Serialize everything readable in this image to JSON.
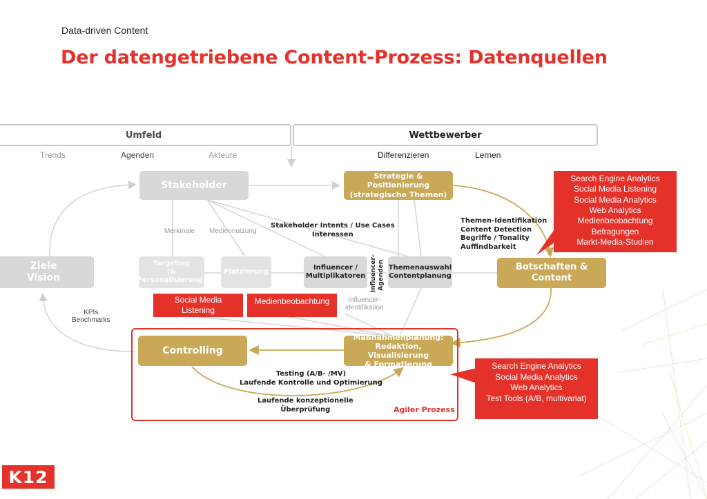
{
  "slide": {
    "subtitle": "Data-driven Content",
    "title": "Der datengetriebene Content-Prozess: Datenquellen"
  },
  "header": {
    "umfeld": "Umfeld",
    "wettbewerber": "Wettbewerber",
    "umfeld_items": [
      "Trends",
      "Agenden",
      "Akteure"
    ],
    "wettbewerber_items": [
      "Differenzieren",
      "Lernen"
    ]
  },
  "nodes": {
    "stakeholder": "Stakeholder",
    "strategie": [
      "Strategie & Positionierung",
      "(strategische Themen)"
    ],
    "ziele": [
      "Ziele",
      "Vision"
    ],
    "targeting": [
      "Targeting",
      "(&",
      "Personalisierung)"
    ],
    "platzierung": "Platzierung",
    "influencer": [
      "Influencer /",
      "Multiplikatoren"
    ],
    "influencer_agenden": [
      "Influencer-",
      "Agenden"
    ],
    "themenauswahl": [
      "Themenauswahl",
      "Contentplanung"
    ],
    "botschaften": [
      "Botschaften &",
      "Content"
    ],
    "controlling": "Controlling",
    "massnahmen": [
      "Maßnahmenplanung:",
      "Redaktion, Visualisierung",
      "& Formatierung"
    ]
  },
  "labels": {
    "merkmale": "Merkmale",
    "mediennutzung": "Mediennutzung",
    "intents": [
      "Stakeholder Intents / Use Cases",
      "Interessen"
    ],
    "themen_ident": [
      "Themen-Identifikation",
      "Content Detection",
      "Begriffe / Tonality",
      "Auffindbarkeit"
    ],
    "influencer_ident": [
      "Influencer-",
      "identifikation"
    ],
    "kpis": [
      "KPIs",
      "Benchmarks"
    ],
    "testing": [
      "Testing (A/B- /MV)",
      "Laufende Kontrolle und Optimierung"
    ],
    "konzeptionell": [
      "Laufende konzeptionelle",
      "Überprüfung"
    ],
    "agiler_prozess": "Agiler Prozess"
  },
  "datasources": {
    "social_media_listening": [
      "Social Media",
      "Listening"
    ],
    "medienbeobachtung": "Medienbeobachtung",
    "top_right": [
      "Search Engine Analytics",
      "Social Media Listening",
      "Social Media Analytics",
      "Web Analytics",
      "Medienbeobachtung",
      "Befragungen",
      "Markt-Media-Studien"
    ],
    "bottom_right": [
      "Search Engine Analytics",
      "Social Media Analytics",
      "Web Analytics",
      "Test Tools (A/B, multivariat)"
    ]
  },
  "logo": "K12",
  "colors": {
    "accent_red": "#e4322b",
    "gold": "#c9a857",
    "grey": "#d8d8d8"
  }
}
